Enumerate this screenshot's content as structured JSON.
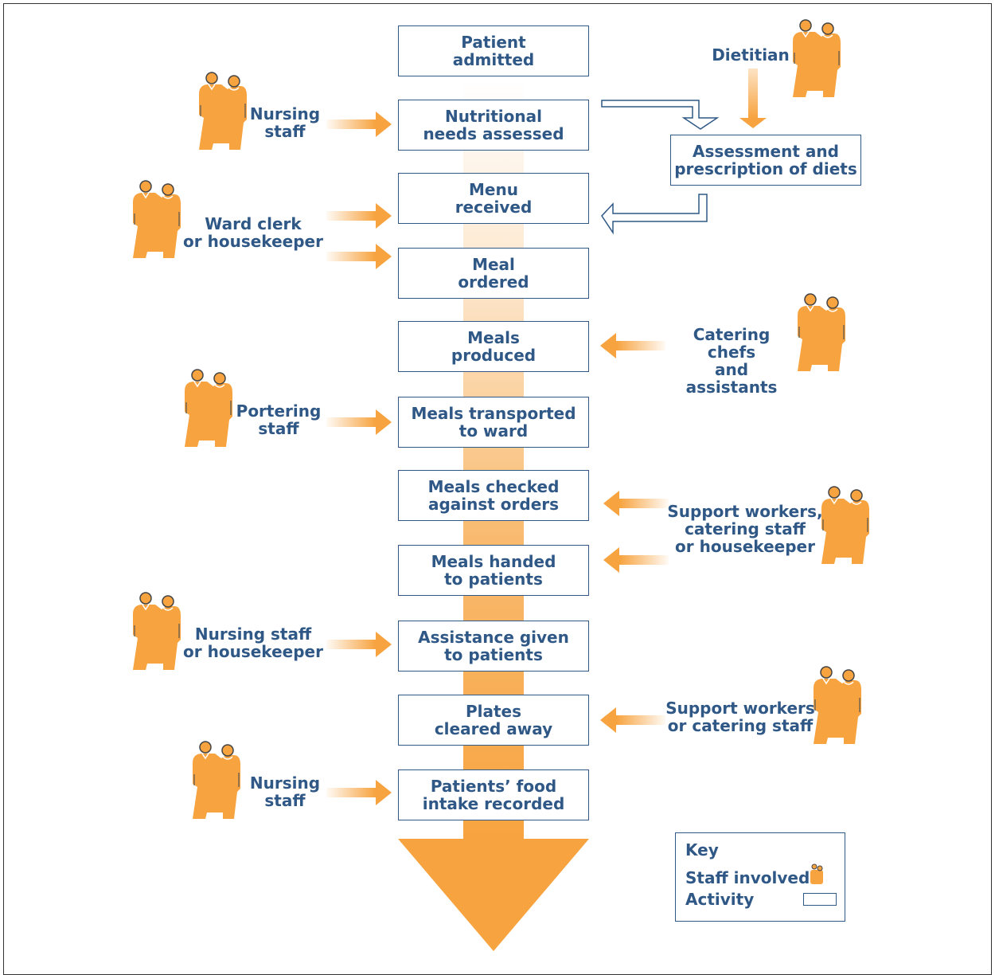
{
  "activities": [
    "Patient\nadmitted",
    "Nutritional\nneeds assessed",
    "Menu\nreceived",
    "Meal\nordered",
    "Meals\nproduced",
    "Meals transported\nto ward",
    "Meals checked\nagainst orders",
    "Meals handed\nto patients",
    "Assistance given\nto patients",
    "Plates\ncleared away",
    "Patients’ food\nintake recorded"
  ],
  "assessment_box": "Assessment and\nprescription of diets",
  "staff": {
    "dietitian": "Dietitian",
    "nursing_1": "Nursing\nstaff",
    "ward_clerk": "Ward clerk\nor housekeeper",
    "catering_chefs": "Catering chefs\nand assistants",
    "portering": "Portering\nstaff",
    "support_workers_catering": "Support workers,\ncatering staff\nor housekeeper",
    "nursing_housekeeper": "Nursing staff\nor housekeeper",
    "support_or_catering": "Support workers\nor catering staff",
    "nursing_2": "Nursing\nstaff"
  },
  "key": {
    "title": "Key",
    "staff_involved": "Staff involved",
    "activity": "Activity"
  },
  "colors": {
    "navy": "#2f5886",
    "orange": "#f7a33f"
  }
}
